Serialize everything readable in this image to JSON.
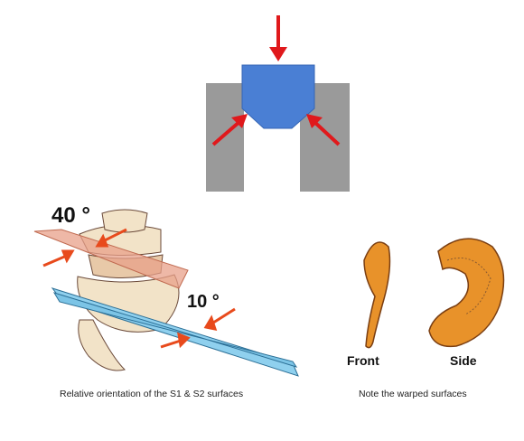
{
  "wedge_figure": {
    "block_color": "#9a9a9a",
    "wedge_color": "#4a7fd4",
    "arrow_color": "#e0191c"
  },
  "pelvis_figure": {
    "angle_top": "40 °",
    "angle_bottom": "10 °",
    "plane_color": "#8fd0ee",
    "caption": "Relative orientation of the S1 & S2 surfaces"
  },
  "sacrum_figure": {
    "front_label": "Front",
    "side_label": "Side",
    "surface_color": "#e8922a",
    "caption": "Note the warped surfaces"
  }
}
